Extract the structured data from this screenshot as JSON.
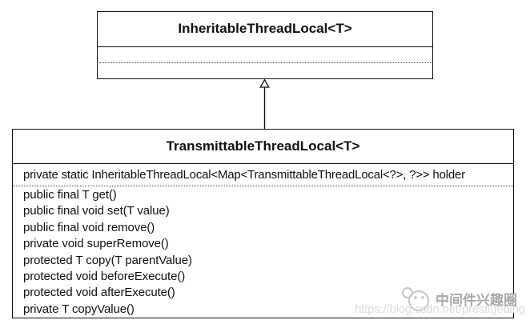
{
  "diagram": {
    "type": "uml-class-diagram",
    "relationship": "inheritance",
    "parent_class": {
      "title": "InheritableThreadLocal<T>",
      "fields": [],
      "methods": []
    },
    "child_class": {
      "title": "TransmittableThreadLocal<T>",
      "fields": [
        "private static InheritableThreadLocal<Map<TransmittableThreadLocal<?>, ?>> holder"
      ],
      "methods": [
        "public final T get()",
        "public final void set(T value)",
        "public final void remove()",
        "private void superRemove()",
        "protected T copy(T parentValue)",
        "protected void beforeExecute()",
        "protected void afterExecute()",
        "private T copyValue()"
      ]
    },
    "watermark": {
      "brand": "中间件兴趣圈",
      "url": "https://blog.csdn.net/prestigeding",
      "logo_icon": "panda-circle-logo-icon"
    },
    "colors": {
      "background": "#ffffff",
      "line": "#111111",
      "text": "#111111",
      "watermark_brand": "#a8a8a8",
      "watermark_url": "#dcdcdc",
      "logo": "#c8c8c8"
    }
  }
}
